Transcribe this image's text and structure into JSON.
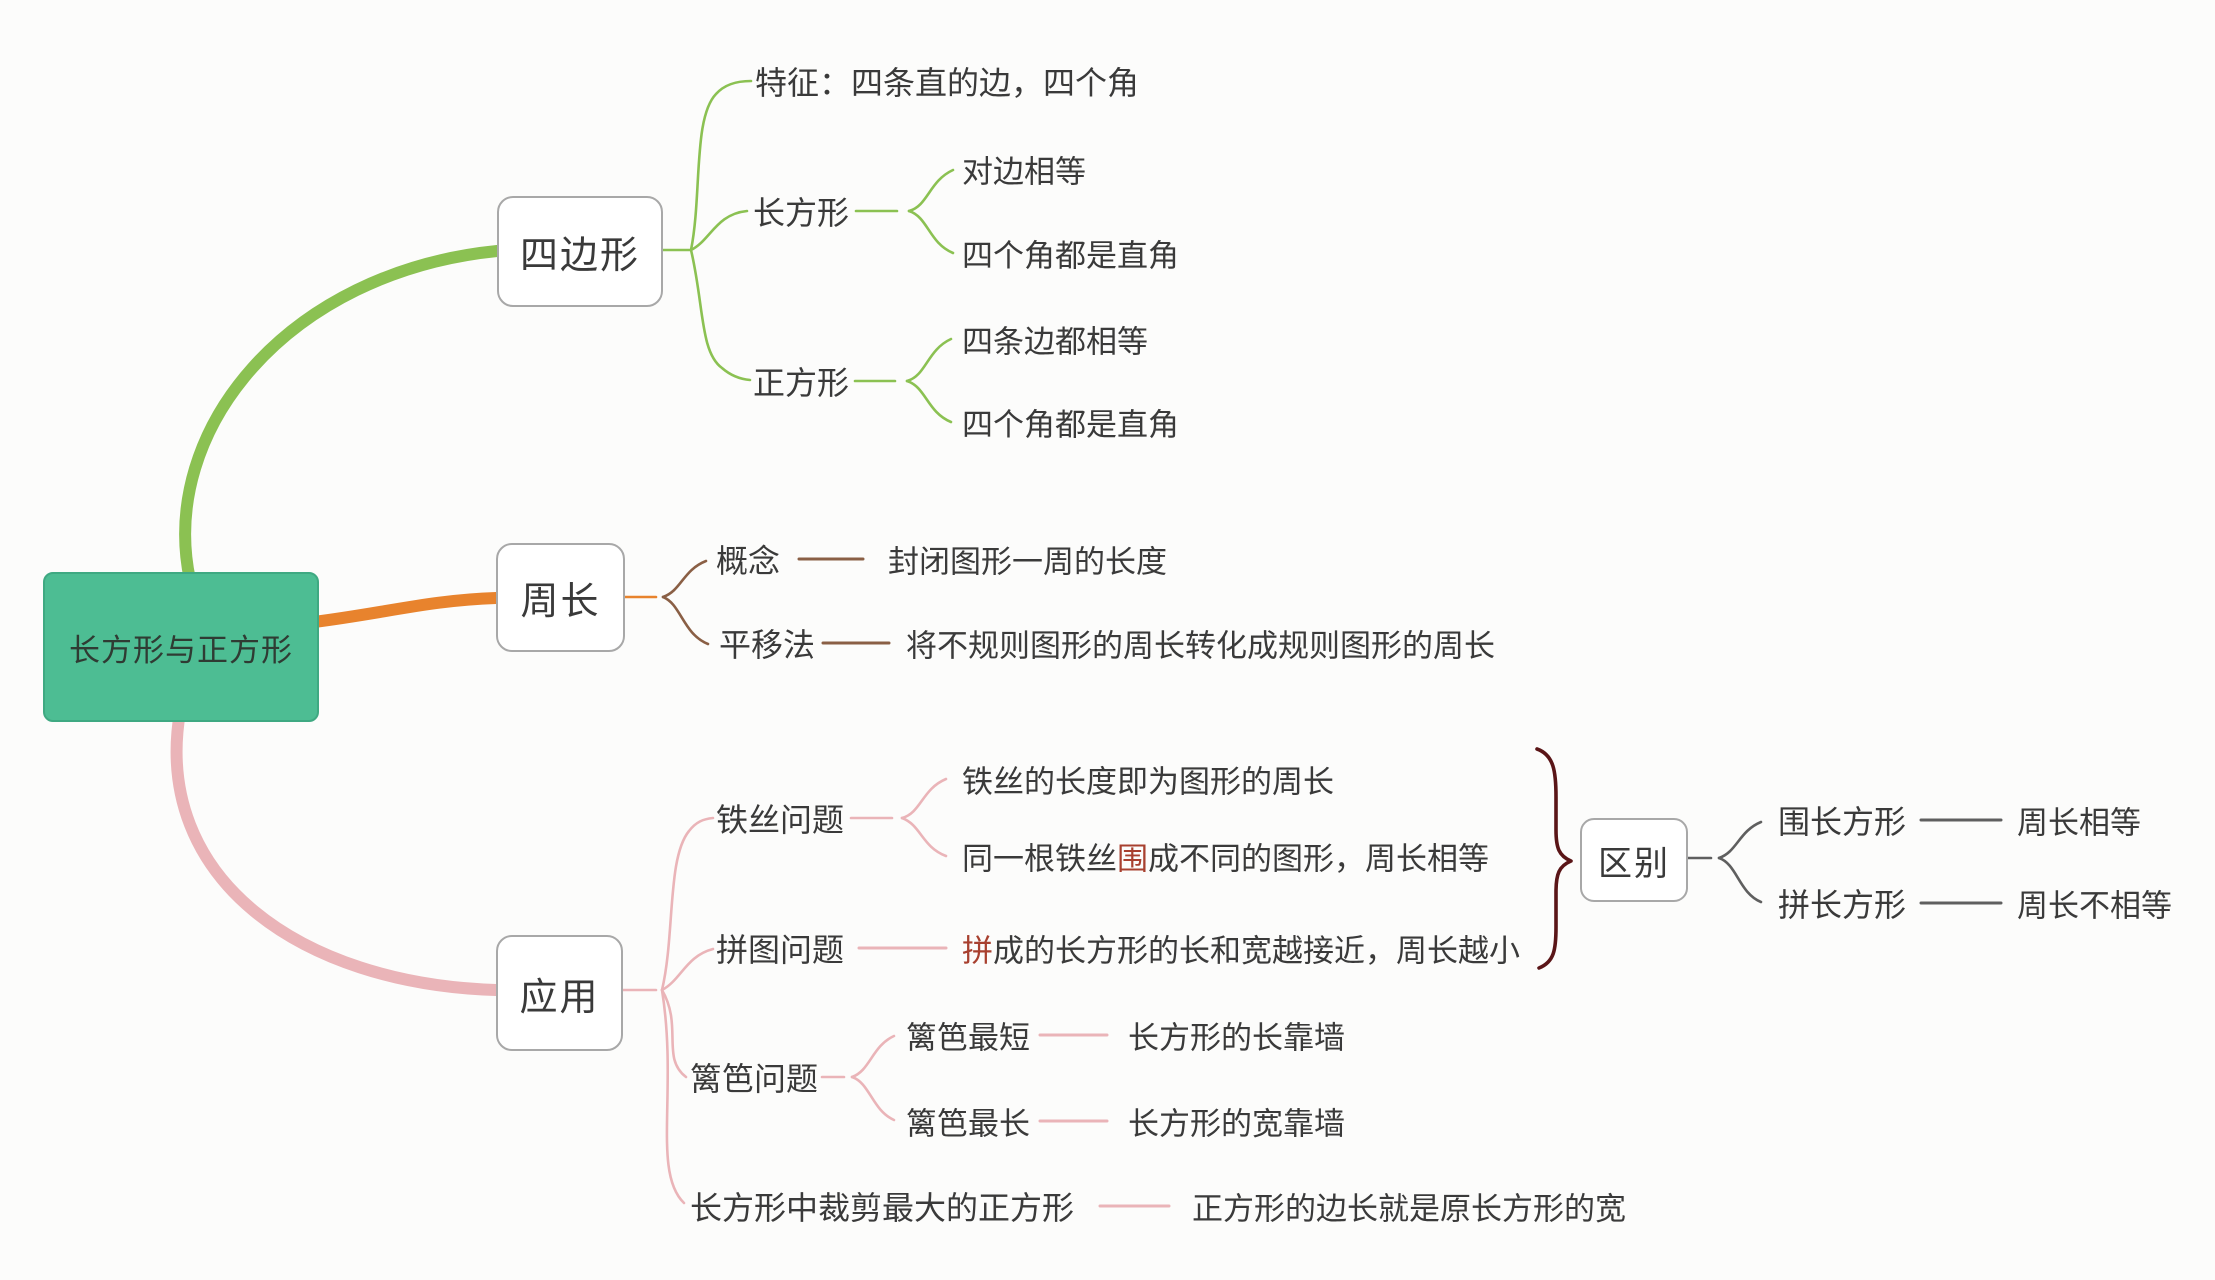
{
  "title": "长方形与正方形思维导图",
  "colors": {
    "root_fill": "#4dbd93",
    "root_border": "#3fa982",
    "root_text": "#2f3b33",
    "quad_green": "#8bc152",
    "perimeter_orange": "#e8832d",
    "perimeter_brown": "#8a5f45",
    "app_pink": "#eab4b8",
    "diff_gray": "#5f5f5f",
    "brace_maroon": "#5a1517",
    "highlight_red": "#a8402f",
    "text_dark": "#3a3a3a",
    "box_border": "#a8a8a8"
  },
  "root": {
    "label": "长方形与正方形"
  },
  "quadrilateral": {
    "label": "四边形",
    "feature": "特征：四条直的边，四个角",
    "rectangle": {
      "label": "长方形",
      "equal_sides": "对边相等",
      "right_angles": "四个角都是直角"
    },
    "square": {
      "label": "正方形",
      "equal_sides": "四条边都相等",
      "right_angles": "四个角都是直角"
    }
  },
  "perimeter": {
    "label": "周长",
    "concept": {
      "label": "概念",
      "desc": "封闭图形一周的长度"
    },
    "translation": {
      "label": "平移法",
      "desc": "将不规则图形的周长转化成规则图形的周长"
    }
  },
  "application": {
    "label": "应用",
    "wire": {
      "label": "铁丝问题",
      "length_rule": "铁丝的长度即为图形的周长",
      "same_rule": {
        "prefix": "同一根铁丝",
        "highlight": "围",
        "suffix": "成不同的图形，周长相等"
      }
    },
    "puzzle": {
      "label": "拼图问题",
      "desc": {
        "prefix": "",
        "highlight": "拼",
        "suffix": "成的长方形的长和宽越接近，周长越小"
      }
    },
    "fence": {
      "label": "篱笆问题",
      "shortest": {
        "label": "篱笆最短",
        "desc": "长方形的长靠墙"
      },
      "longest": {
        "label": "篱笆最长",
        "desc": "长方形的宽靠墙"
      }
    },
    "cut": {
      "label": "长方形中裁剪最大的正方形",
      "desc": "正方形的边长就是原长方形的宽"
    }
  },
  "difference": {
    "label": "区别",
    "enclose": {
      "label": "围长方形",
      "desc": "周长相等"
    },
    "join": {
      "label": "拼长方形",
      "desc": "周长不相等"
    }
  }
}
